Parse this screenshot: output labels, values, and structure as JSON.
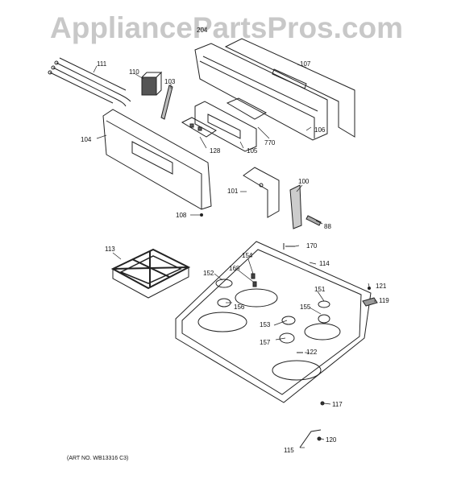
{
  "watermark": "AppliancePartsPros.com",
  "art_number": "(ART NO. WB13316 C3)",
  "labels": {
    "p204": "204",
    "p111": "111",
    "p110": "110",
    "p103": "103",
    "p107": "107",
    "p104": "104",
    "p128": "128",
    "p105": "105",
    "p770": "770",
    "p106": "106",
    "p101": "101",
    "p100": "100",
    "p108": "108",
    "p88": "88",
    "p170": "170",
    "p113": "113",
    "p154": "154",
    "p168": "168",
    "p114": "114",
    "p152": "152",
    "p151": "151",
    "p121": "121",
    "p156": "156",
    "p155": "155",
    "p119": "119",
    "p153": "153",
    "p157": "157",
    "p122": "122",
    "p117": "117",
    "p115": "115",
    "p120": "120"
  }
}
